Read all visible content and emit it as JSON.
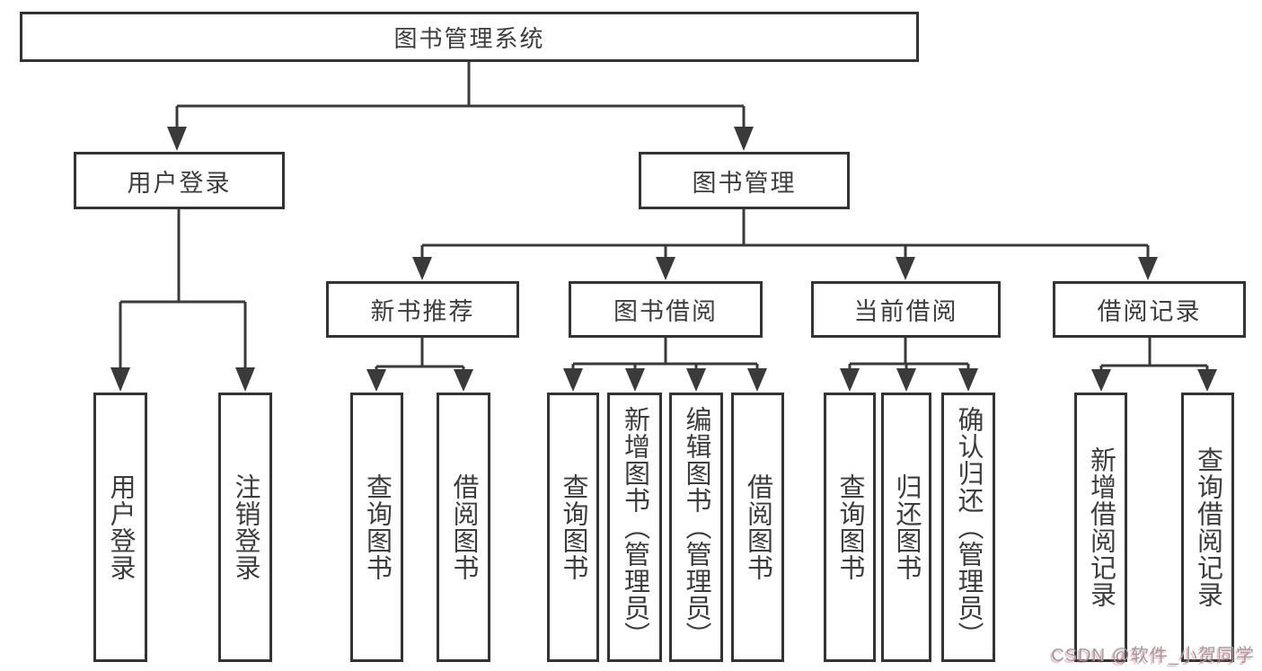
{
  "diagram": {
    "root": {
      "label": "图书管理系统"
    },
    "level2": [
      {
        "label": "用户登录"
      },
      {
        "label": "图书管理"
      }
    ],
    "level3": [
      {
        "label": "新书推荐"
      },
      {
        "label": "图书借阅"
      },
      {
        "label": "当前借阅"
      },
      {
        "label": "借阅记录"
      }
    ],
    "leaves": {
      "user_login": [
        {
          "label": "用户登录"
        },
        {
          "label": "注销登录"
        }
      ],
      "new_books": [
        {
          "label": "查询图书"
        },
        {
          "label": "借阅图书"
        }
      ],
      "book_borrow": [
        {
          "label": "查询图书"
        },
        {
          "label": "新增图书（管理员）"
        },
        {
          "label": "编辑图书（管理员）"
        },
        {
          "label": "借阅图书"
        }
      ],
      "current_borrow": [
        {
          "label": "查询图书"
        },
        {
          "label": "归还图书"
        },
        {
          "label": "确认归还（管理员）"
        }
      ],
      "records": [
        {
          "label": "新增借阅记录"
        },
        {
          "label": "查询借阅记录"
        }
      ]
    }
  },
  "watermark": {
    "text": "CSDN @软件_小贺同学"
  },
  "colors": {
    "line": "#3a3a3a",
    "box_border": "#333333",
    "text": "#3d3d3d",
    "watermark_gray": "#9b9da1",
    "watermark_red": "#e96775",
    "background": "#ffffff"
  }
}
